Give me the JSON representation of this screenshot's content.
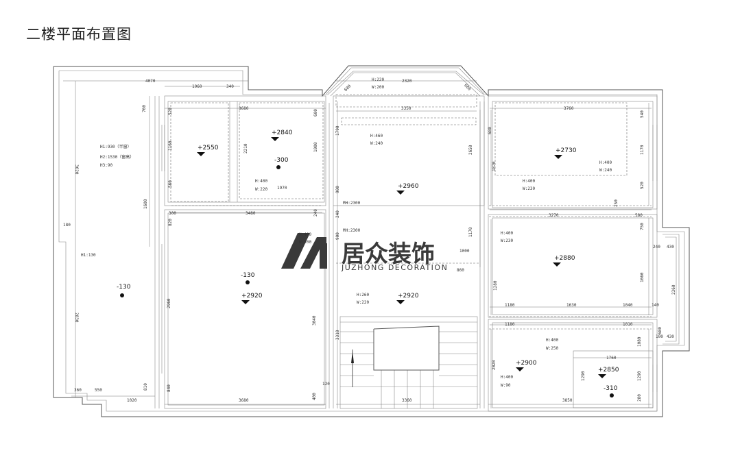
{
  "title": "二楼平面布置图",
  "logo": {
    "cn": "居众装饰",
    "en": "JUZHONG DECORATION"
  },
  "dims": {
    "d4070": "4070",
    "d1960": "1960",
    "d340": "340",
    "d760": "760",
    "d3620": "3620",
    "d180": "180",
    "d2830": "2830",
    "d360": "360",
    "d550": "550",
    "d1020": "1020",
    "d810": "810",
    "d520": "520",
    "d1160": "1160",
    "d560": "560",
    "d1600": "1600",
    "d3680a": "3680",
    "d2210": "2210",
    "d1970": "1970",
    "d1000": "1000",
    "d600": "600",
    "d300": "300",
    "d3480": "3480",
    "d240a": "240",
    "d820": "820",
    "d2960": "2960",
    "d3040": "3040",
    "d3680b": "3680",
    "d840": "840",
    "d400": "400",
    "d2320": "2320",
    "d680a": "680",
    "d680b": "680",
    "d3350": "3350",
    "d1790": "1790",
    "d2650": "2650",
    "d900a": "900",
    "d240b": "240",
    "d900b": "900",
    "d1170": "1170",
    "d1000b": "1000",
    "d3310": "3310",
    "d3360": "3360",
    "d120": "120",
    "d860": "860",
    "d3760": "3760",
    "d680c": "680",
    "d1870": "1870",
    "d540": "540",
    "d1170b": "1170",
    "d520b": "520",
    "d250": "250",
    "d3270": "3270",
    "d580": "580",
    "d750": "750",
    "d240c": "240",
    "d430a": "430",
    "d1660": "1660",
    "d1280": "1280",
    "d1180": "1180",
    "d1630": "1630",
    "d1040": "1040",
    "d140": "140",
    "d2360": "2360",
    "d1180b": "1180",
    "d1010": "1010",
    "d680d": "680",
    "d100": "100",
    "d430b": "430",
    "d1080": "1080",
    "d2020": "2020",
    "d1760": "1760",
    "d1290a": "1290",
    "d1290b": "1290",
    "d3850": "3850",
    "d280": "280"
  },
  "annotations": {
    "left_h1": "H1:930（半窗）",
    "left_h2": "H2:1530（窗高）",
    "left_h3": "H3:90",
    "left_h130": "H1:130",
    "left_lvl": "-130",
    "r1_lvl": "+2550",
    "r2_lvl": "+2840",
    "r2_sub": "-300",
    "r2_h": "H:400",
    "r2_w": "W:220",
    "c_h1": "H:220",
    "c_w1": "W:200",
    "c_h2": "H:460",
    "c_w2": "W:240",
    "c_lvl": "+2960",
    "c_mh1": "MH:2300",
    "c_mh2": "MH:2300",
    "c_h3": "H:400",
    "c_w3": "W:100",
    "mid_lvl": "-130",
    "mid_lvl2": "+2920",
    "st_h": "H:260",
    "st_w": "W:220",
    "st_lvl": "+2920",
    "r3_lvl": "+2730",
    "r3_h": "H:400",
    "r3_w": "W:230",
    "r3_h2": "H:400",
    "r3_w2": "W:240",
    "r4_h": "H:400",
    "r4_w": "W:230",
    "r4_lvl": "+2880",
    "r5_h": "H:400",
    "r5_w": "W:250",
    "r5_lvl": "+2900",
    "r5_h2": "H:400",
    "r5_w2": "W:90",
    "r5_lvl2": "+2850",
    "r5_sub": "-310"
  }
}
